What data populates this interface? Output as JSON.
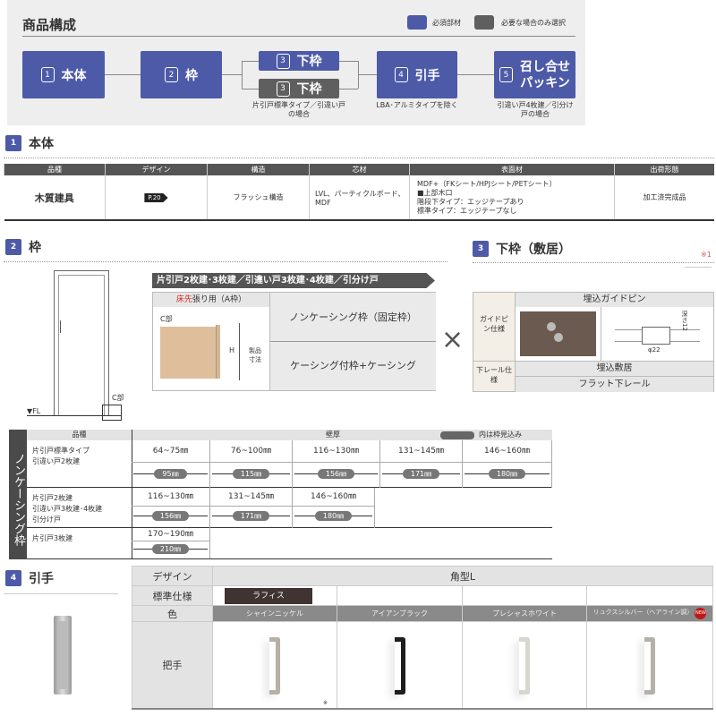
{
  "composition": {
    "title": "商品構成",
    "legend": [
      {
        "label": "必須部材",
        "color": "#4d5aa8"
      },
      {
        "label": "必要な場合のみ選択",
        "color": "#5f5f5f"
      }
    ],
    "boxes": [
      {
        "num": "1",
        "label": "本体"
      },
      {
        "num": "2",
        "label": "枠"
      },
      {
        "num": "3",
        "label": "下枠"
      },
      {
        "num": "3",
        "label": "下枠"
      },
      {
        "num": "4",
        "label": "引手"
      },
      {
        "num": "5",
        "label": "召し合せ",
        "label2": "パッキン"
      }
    ],
    "notes": {
      "optional_sill": "片引戸標準タイプ／引違い戸の場合",
      "handle": "LBA･アルミタイプを除く",
      "packing": "引違い戸4枚建／引分け戸の場合"
    }
  },
  "section1": {
    "num": "1",
    "title": "本体",
    "headers": [
      "品種",
      "デザイン",
      "構造",
      "芯材",
      "表面材",
      "出荷形態"
    ],
    "row": {
      "kind": "木質建具",
      "design_tag": "P.20",
      "structure": "フラッシュ構造",
      "core": "LVL、パーティクルボード、MDF",
      "surface": [
        "MDF+（FKシート/HPJシート/PETシート）",
        "■上部木口",
        "階段下タイプ：エッジテープあり",
        "標準タイプ：エッジテープなし"
      ],
      "shipping": "加工済完成品"
    }
  },
  "section2": {
    "num": "2",
    "title": "枠",
    "c_label": "C部",
    "fl_label": "▼FL",
    "banner": "片引戸2枚建･3枚建／引違い戸3枚建･4枚建／引分け戸",
    "floor_red": "床先",
    "floor_rest": "張り用（A枠）",
    "detail_c": "C部",
    "detail_h": "H",
    "detail_size": "製品寸法",
    "options": [
      "ノンケーシング枠（固定枠）",
      "ケーシング付枠+ケーシング"
    ],
    "times": "×"
  },
  "section3": {
    "num": "3",
    "title": "下枠（敷居）",
    "footnote": "※1",
    "guide_label": "ガイドピン仕様",
    "guide_title": "埋込ガイドピン",
    "depth": "深さ12",
    "diameter": "φ22",
    "rail_label": "下レール仕様",
    "rail_options": [
      "埋込敷居",
      "フラット下レール"
    ]
  },
  "wall_table": {
    "side_label": "ノンケーシング枠",
    "h_kind": "品種",
    "h_wall": "壁厚",
    "legend": "内は枠見込み",
    "rows": [
      {
        "kind": [
          "片引戸標準タイプ",
          "引違い戸2枚建"
        ],
        "cells": [
          {
            "range": "64~75㎜",
            "depth": "95㎜"
          },
          {
            "range": "76~100㎜",
            "depth": "115㎜"
          },
          {
            "range": "116~130㎜",
            "depth": "156㎜"
          },
          {
            "range": "131~145㎜",
            "depth": "171㎜"
          },
          {
            "range": "146~160㎜",
            "depth": "180㎜"
          }
        ]
      },
      {
        "kind": [
          "片引戸2枚建",
          "引違い戸3枚建･4枚建",
          "引分け戸"
        ],
        "cells": [
          {
            "range": "116~130㎜",
            "depth": "156㎜"
          },
          {
            "range": "131~145㎜",
            "depth": "171㎜"
          },
          {
            "range": "146~160㎜",
            "depth": "180㎜"
          }
        ]
      },
      {
        "kind": [
          "片引戸3枚建"
        ],
        "cells": [
          {
            "range": "170~190㎜",
            "depth": "210㎜"
          }
        ]
      }
    ]
  },
  "section4": {
    "num": "4",
    "title": "引手",
    "h_design": "デザイン",
    "design": "角型L",
    "h_std": "標準仕様",
    "std": "ラフィス",
    "h_color": "色",
    "h_handle": "把手",
    "colors": [
      {
        "name": "シャインニッケル",
        "hex": "#b8b0a4"
      },
      {
        "name": "アイアンブラック",
        "hex": "#1e1e1e"
      },
      {
        "name": "プレシャスホワイト",
        "hex": "#d8d6d0"
      },
      {
        "name": "リュクスシルバー（ヘアライン調）",
        "hex": "#b5b0a8"
      }
    ],
    "new_badge": "NEW",
    "mark": "※"
  }
}
